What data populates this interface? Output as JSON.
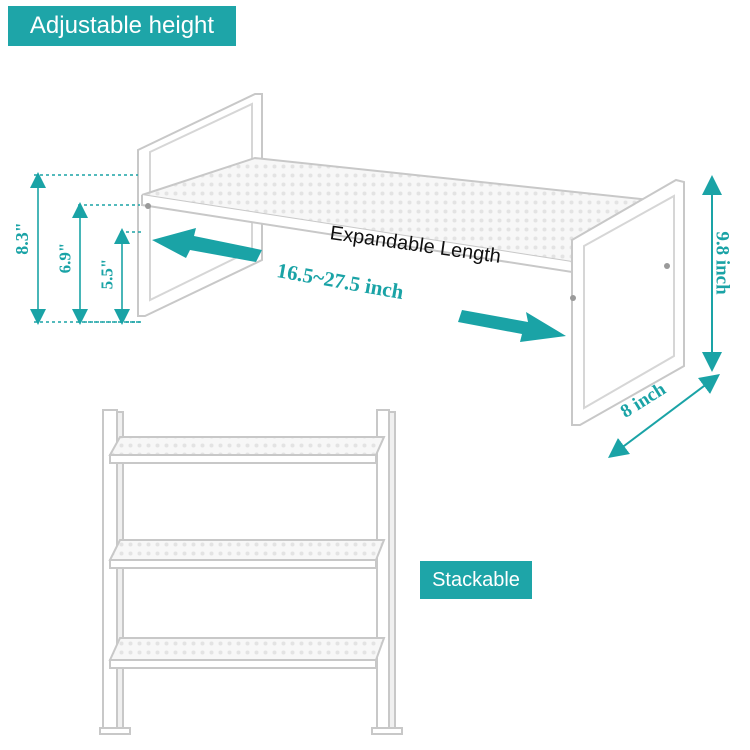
{
  "badges": {
    "adjustable": "Adjustable height",
    "stackable": "Stackable"
  },
  "dimensions": {
    "height_1": "8.3\"",
    "height_2": "6.9\"",
    "height_3": "5.5\"",
    "length": "16.5~27.5 inch",
    "shelf_height": "9.8 inch",
    "depth": "8 inch"
  },
  "labels": {
    "expandable": "Expandable Length"
  },
  "colors": {
    "accent": "#1ea5a8",
    "arrow": "#1aa3a6",
    "shelf_stroke": "#c8c8c8",
    "shelf_fill": "#f7f7f7"
  }
}
